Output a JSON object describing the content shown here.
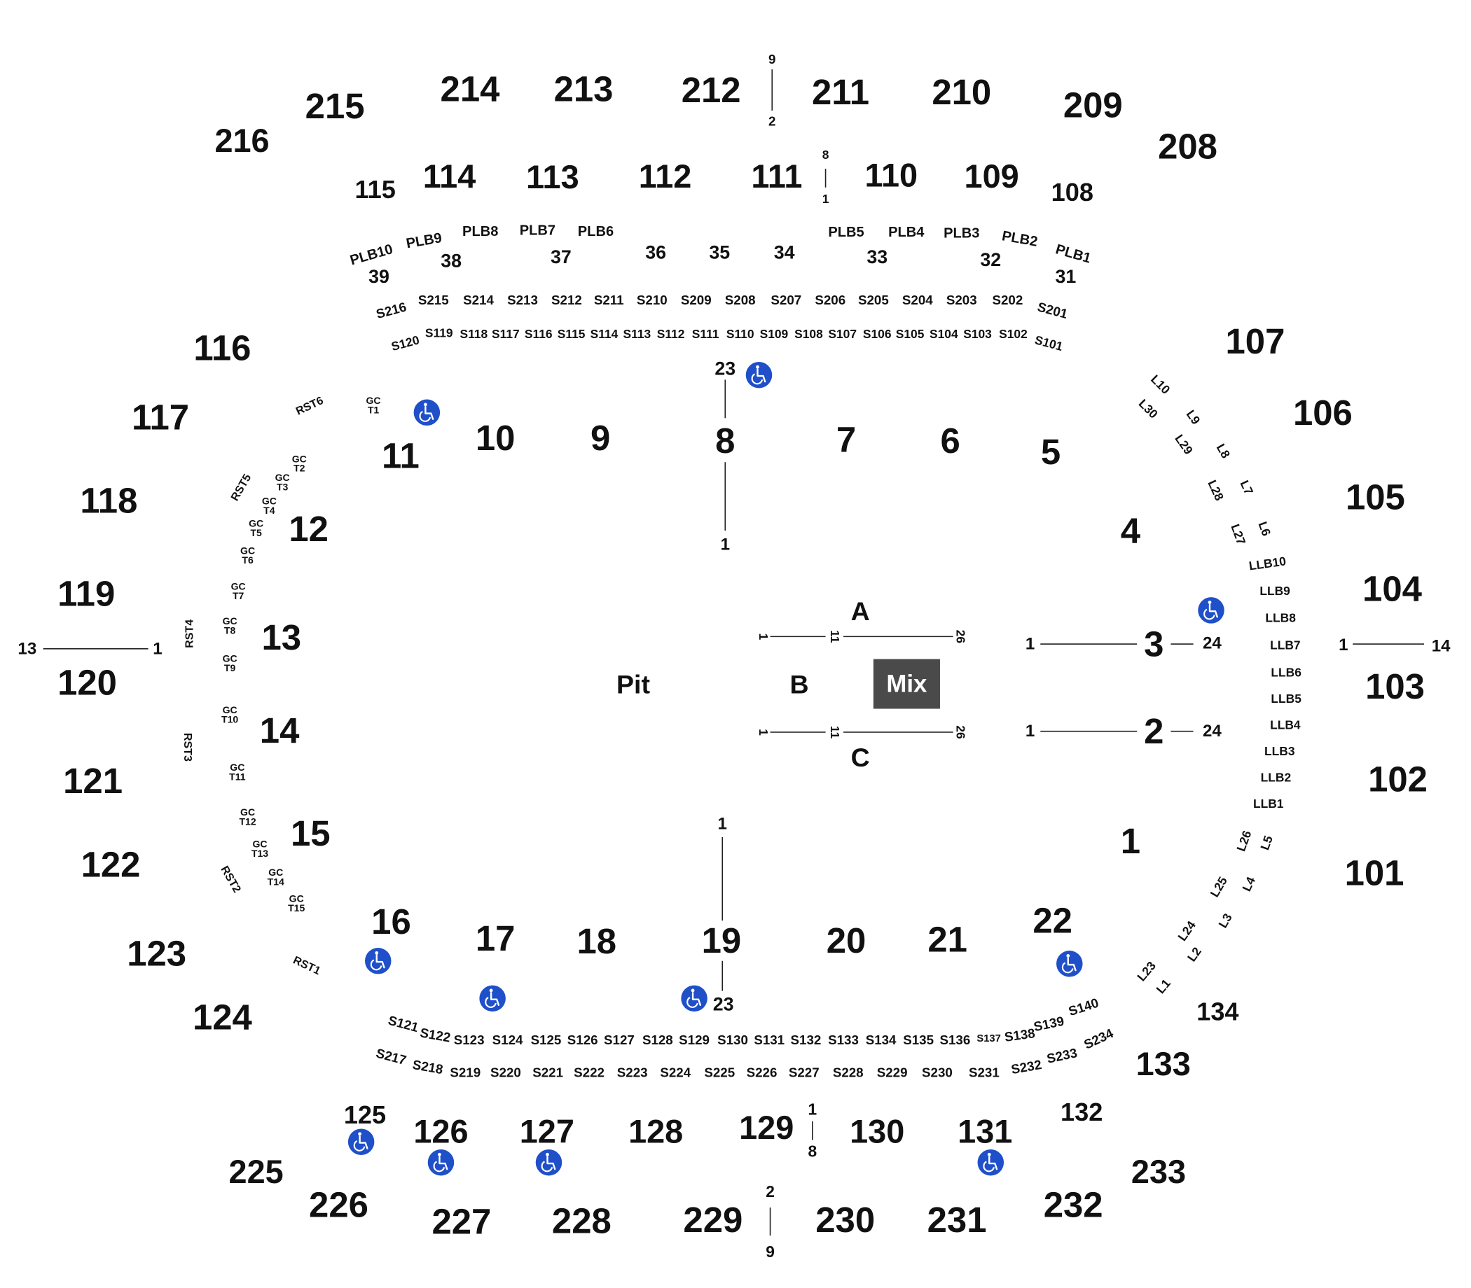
{
  "colors": {
    "text": "#111111",
    "line": "#222222",
    "accessible": "#1f4fc9",
    "mix_box": "#4a4a4a",
    "mix_text": "#ffffff"
  },
  "icons": {
    "accessible": "wheelchair-icon"
  },
  "upper_sections": [
    "216",
    "215",
    "214",
    "213",
    "212",
    "211",
    "210",
    "209",
    "208",
    "225",
    "226",
    "227",
    "228",
    "229",
    "230",
    "231",
    "232",
    "233"
  ],
  "lower_sections": [
    "101",
    "102",
    "103",
    "104",
    "105",
    "106",
    "107",
    "108",
    "109",
    "110",
    "111",
    "112",
    "113",
    "114",
    "115",
    "116",
    "117",
    "118",
    "119",
    "120",
    "121",
    "122",
    "123",
    "124",
    "125",
    "126",
    "127",
    "128",
    "129",
    "130",
    "131",
    "132",
    "133",
    "134"
  ],
  "floor_sections": [
    "1",
    "2",
    "3",
    "4",
    "5",
    "6",
    "7",
    "8",
    "9",
    "10",
    "11",
    "12",
    "13",
    "14",
    "15",
    "16",
    "17",
    "18",
    "19",
    "20",
    "21",
    "22",
    "31",
    "32",
    "33",
    "34",
    "35",
    "36",
    "37",
    "38",
    "39"
  ],
  "floor_areas": {
    "pit": "Pit",
    "a": "A",
    "b": "B",
    "c": "C",
    "mix": "Mix"
  },
  "row_markers": [
    "1",
    "2",
    "8",
    "9",
    "11",
    "13",
    "14",
    "23",
    "24",
    "26"
  ],
  "loge_boxes": [
    "PLB1",
    "PLB2",
    "PLB3",
    "PLB4",
    "PLB5",
    "PLB6",
    "PLB7",
    "PLB8",
    "PLB9",
    "PLB10",
    "LLB1",
    "LLB2",
    "LLB3",
    "LLB4",
    "LLB5",
    "LLB6",
    "LLB7",
    "LLB8",
    "LLB9",
    "LLB10"
  ],
  "suites_north_upper": [
    "S216",
    "S215",
    "S214",
    "S213",
    "S212",
    "S211",
    "S210",
    "S209",
    "S208",
    "S207",
    "S206",
    "S205",
    "S204",
    "S203",
    "S202",
    "S201"
  ],
  "suites_north_lower": [
    "S120",
    "S119",
    "S118",
    "S117",
    "S116",
    "S115",
    "S114",
    "S113",
    "S112",
    "S111",
    "S110",
    "S109",
    "S108",
    "S107",
    "S106",
    "S105",
    "S104",
    "S103",
    "S102",
    "S101"
  ],
  "suites_south_lower": [
    "S121",
    "S122",
    "S123",
    "S124",
    "S125",
    "S126",
    "S127",
    "S128",
    "S129",
    "S130",
    "S131",
    "S132",
    "S133",
    "S134",
    "S135",
    "S136",
    "S137",
    "S138",
    "S139",
    "S140"
  ],
  "suites_south_upper": [
    "S217",
    "S218",
    "S219",
    "S220",
    "S221",
    "S222",
    "S223",
    "S224",
    "S225",
    "S226",
    "S227",
    "S228",
    "S229",
    "S230",
    "S231",
    "S232",
    "S233",
    "S234"
  ],
  "loges": [
    "L1",
    "L2",
    "L3",
    "L4",
    "L5",
    "L6",
    "L7",
    "L8",
    "L9",
    "L10",
    "L23",
    "L24",
    "L25",
    "L26",
    "L27",
    "L28",
    "L29",
    "L30"
  ],
  "tables": [
    "GC T1",
    "GC T2",
    "GC T3",
    "GC T4",
    "GC T5",
    "GC T6",
    "GC T7",
    "GC T8",
    "GC T9",
    "GC T10",
    "GC T11",
    "GC T12",
    "GC T13",
    "GC T14",
    "GC T15"
  ],
  "rail_tables": [
    "RST1",
    "RST2",
    "RST3",
    "RST4",
    "RST5",
    "RST6"
  ]
}
